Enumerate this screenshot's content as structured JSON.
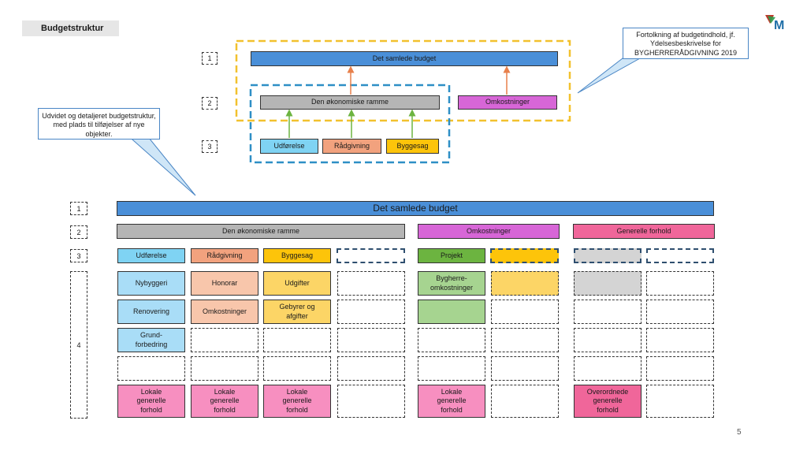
{
  "page_title": "Budgetstruktur",
  "page_number": "5",
  "logo_letter": "M",
  "callouts": {
    "top_right": "Fortolkning af budgetindhold, jf. Ydelsesbeskrivelse for BYGHERRERÅDGIVNING 2019",
    "left": "Udvidet og detaljeret budgetstruktur, med plads til tilføjelser af nye objekter."
  },
  "levels": {
    "l1": "1",
    "l2": "2",
    "l3": "3",
    "l4": "4"
  },
  "top_diagram": {
    "total": "Det samlede budget",
    "frame": "Den økonomiske ramme",
    "costs": "Omkostninger",
    "execution": "Udførelse",
    "consulting": "Rådgivning",
    "building_case": "Byggesag"
  },
  "bottom_diagram": {
    "total": "Det samlede budget",
    "frame": "Den økonomiske ramme",
    "costs": "Omkostninger",
    "general": "Generelle forhold",
    "execution": "Udførelse",
    "consulting": "Rådgivning",
    "building_case": "Byggesag",
    "project": "Projekt",
    "cells": {
      "new_build": "Nybyggeri",
      "renovation": "Renovering",
      "ground_improvement": "Grund-\nforbedring",
      "fee": "Honorar",
      "expenses": "Omkostninger",
      "outlays": "Udgifter",
      "fees_and_charges": "Gebyrer og\nafgifter",
      "client_costs": "Bygherre-\nomkostninger",
      "local_general_1": "Lokale\ngenerelle\nforhold",
      "local_general_2": "Lokale\ngenerelle\nforhold",
      "local_general_3": "Lokale\ngenerelle\nforhold",
      "local_general_4": "Lokale\ngenerelle\nforhold",
      "overall_general": "Overordnede\ngenerelle\nforhold"
    }
  },
  "colors": {
    "total": "#4a8fd8",
    "frame": "#b5b5b5",
    "costs": "#d766d7",
    "general": "#f0669a",
    "execution": "#7fd3f3",
    "consulting": "#f2a27e",
    "building_case": "#fdc40a",
    "project": "#6cb440",
    "outer_frame_dashed": "#f2c12e",
    "inner_frame_dashed": "#2e8fc6",
    "arrow_orange": "#e8804b",
    "arrow_green": "#6cb440"
  }
}
